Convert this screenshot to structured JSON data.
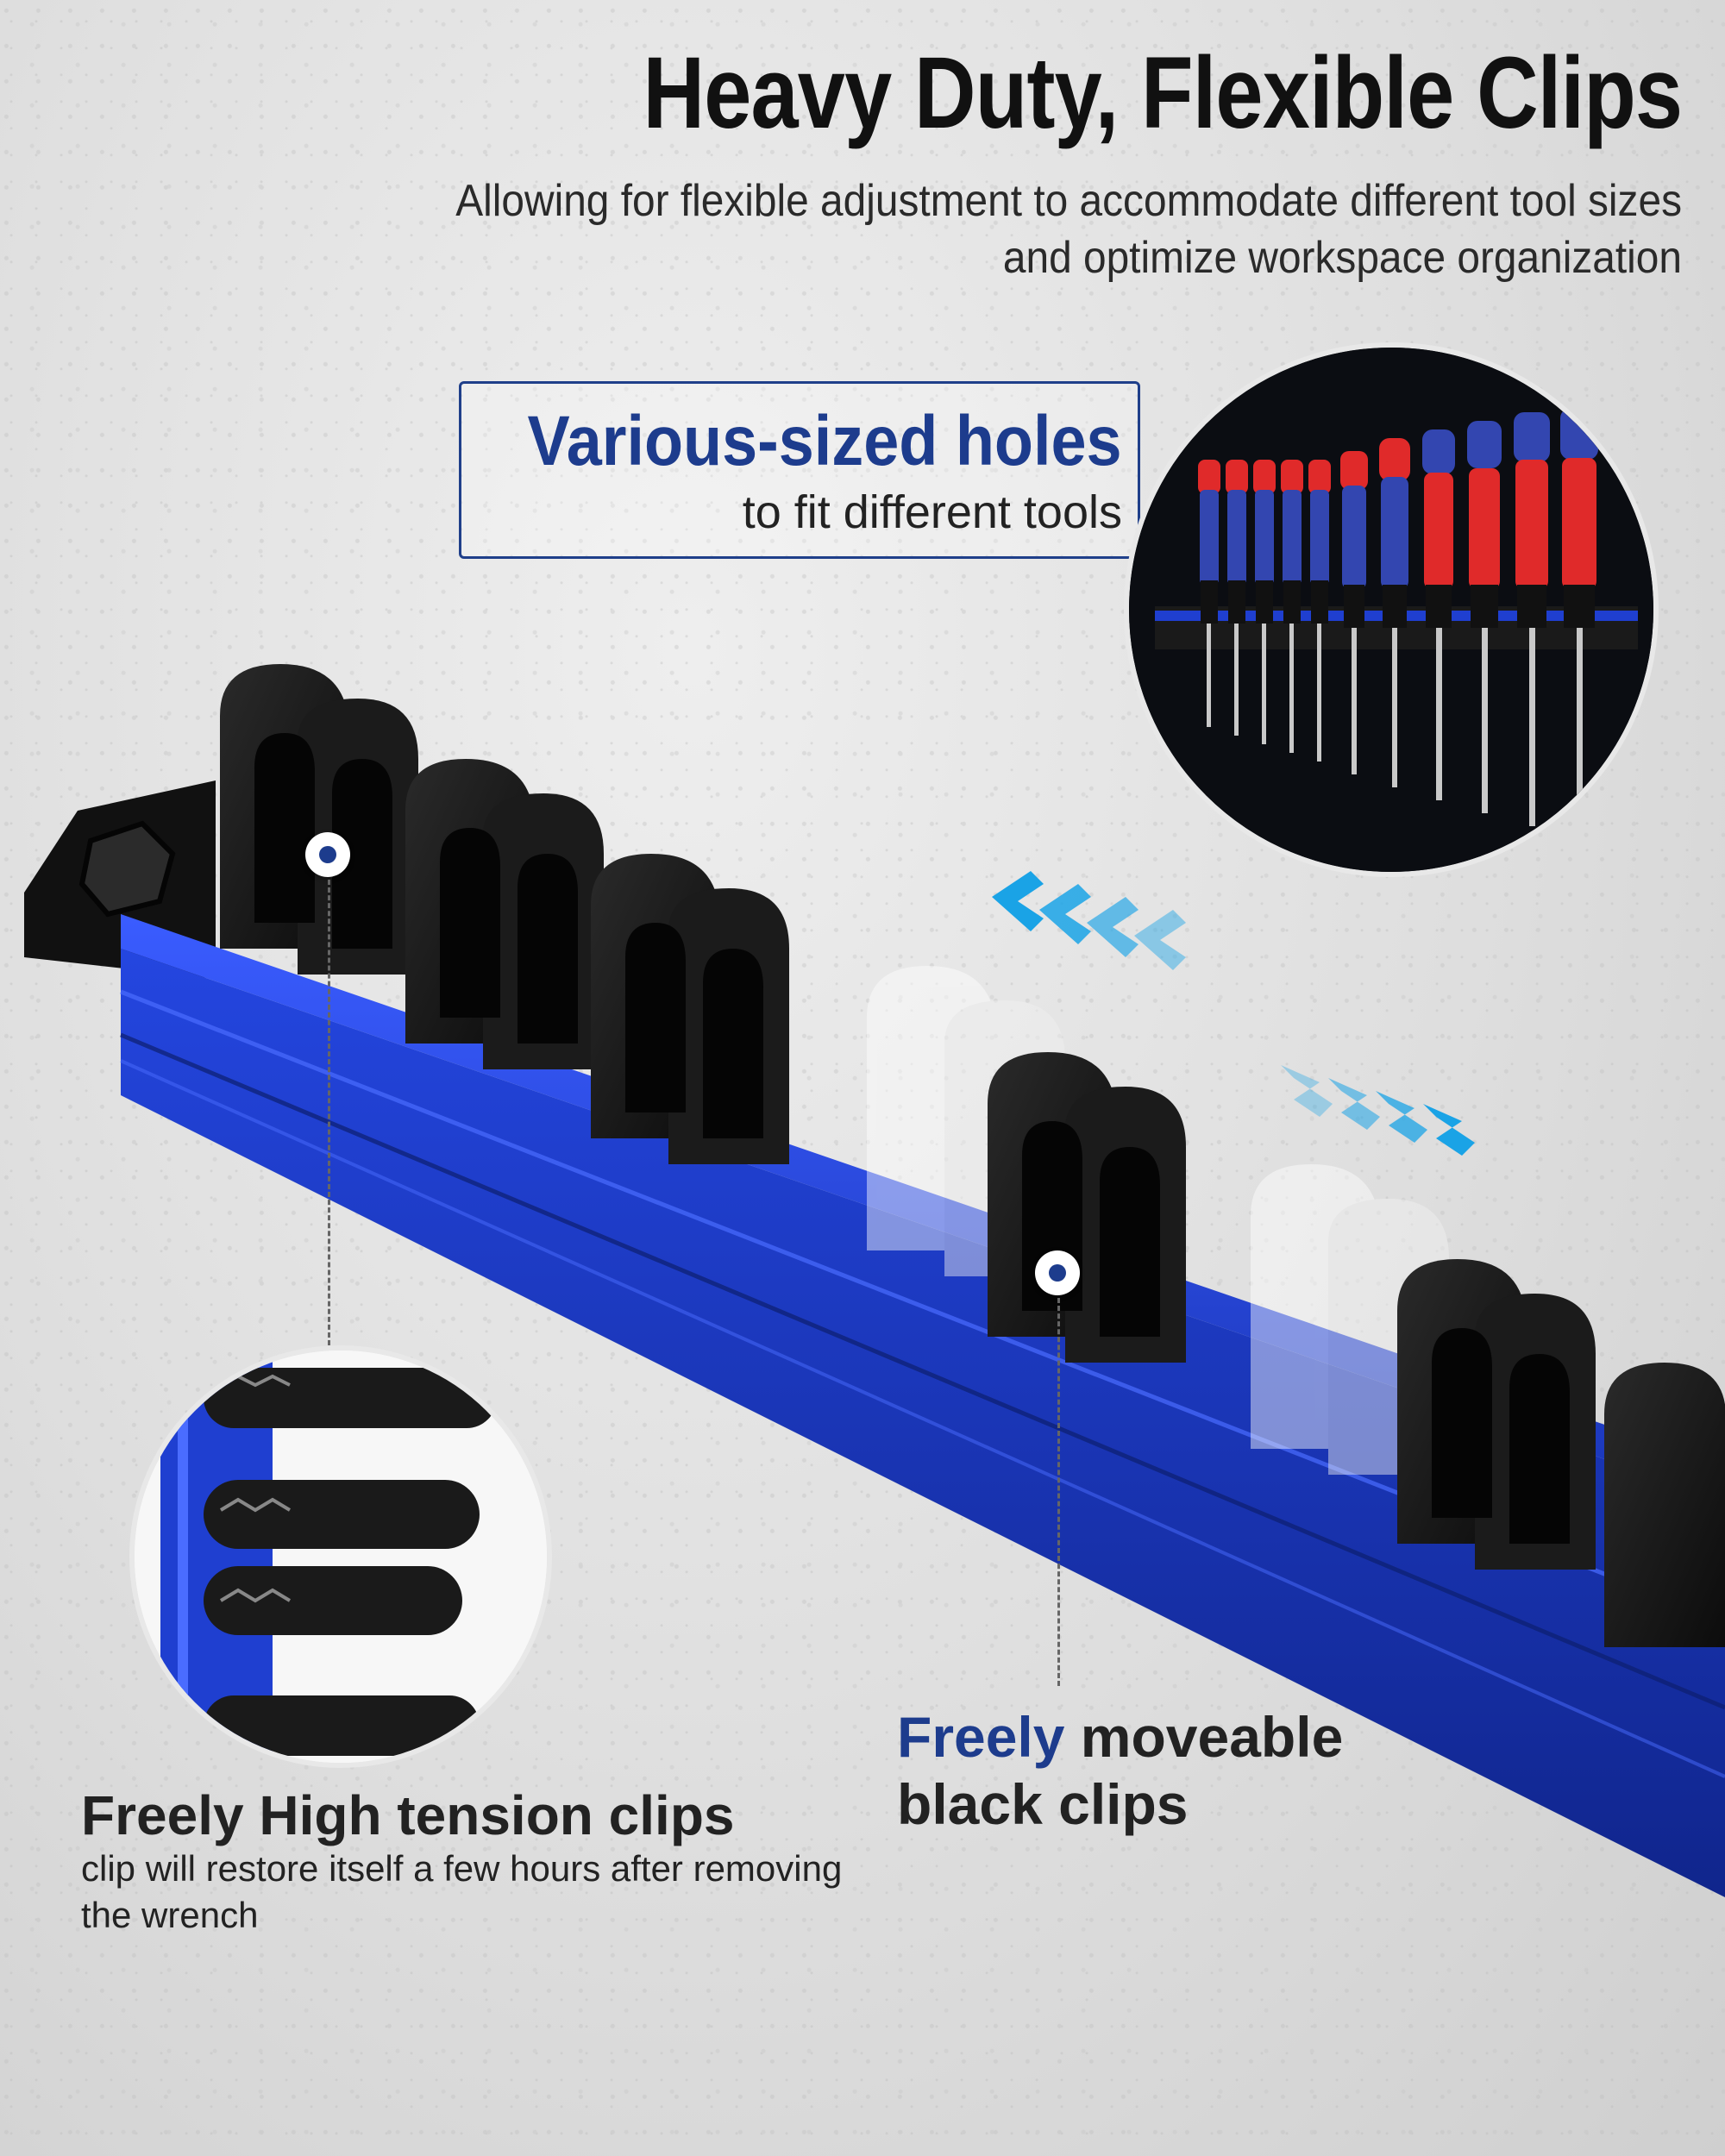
{
  "header": {
    "title": "Heavy Duty, Flexible Clips",
    "subtitle": "Allowing for flexible adjustment to accommodate different tool sizes and optimize workspace organization"
  },
  "callout_top": {
    "title": "Various-sized holes",
    "subtitle": "to fit different tools"
  },
  "label_right": {
    "highlight": "Freely",
    "line1_rest": " moveable",
    "line2": "black clips"
  },
  "label_left": {
    "title": "Freely High tension clips",
    "subtitle": "clip will restore itself a few hours after removing the wrench"
  },
  "colors": {
    "rail_blue": "#1f3fd0",
    "accent_navy": "#1d3c8d",
    "arrow_cyan": "#1aa3e6",
    "clip_black": "#141414"
  }
}
